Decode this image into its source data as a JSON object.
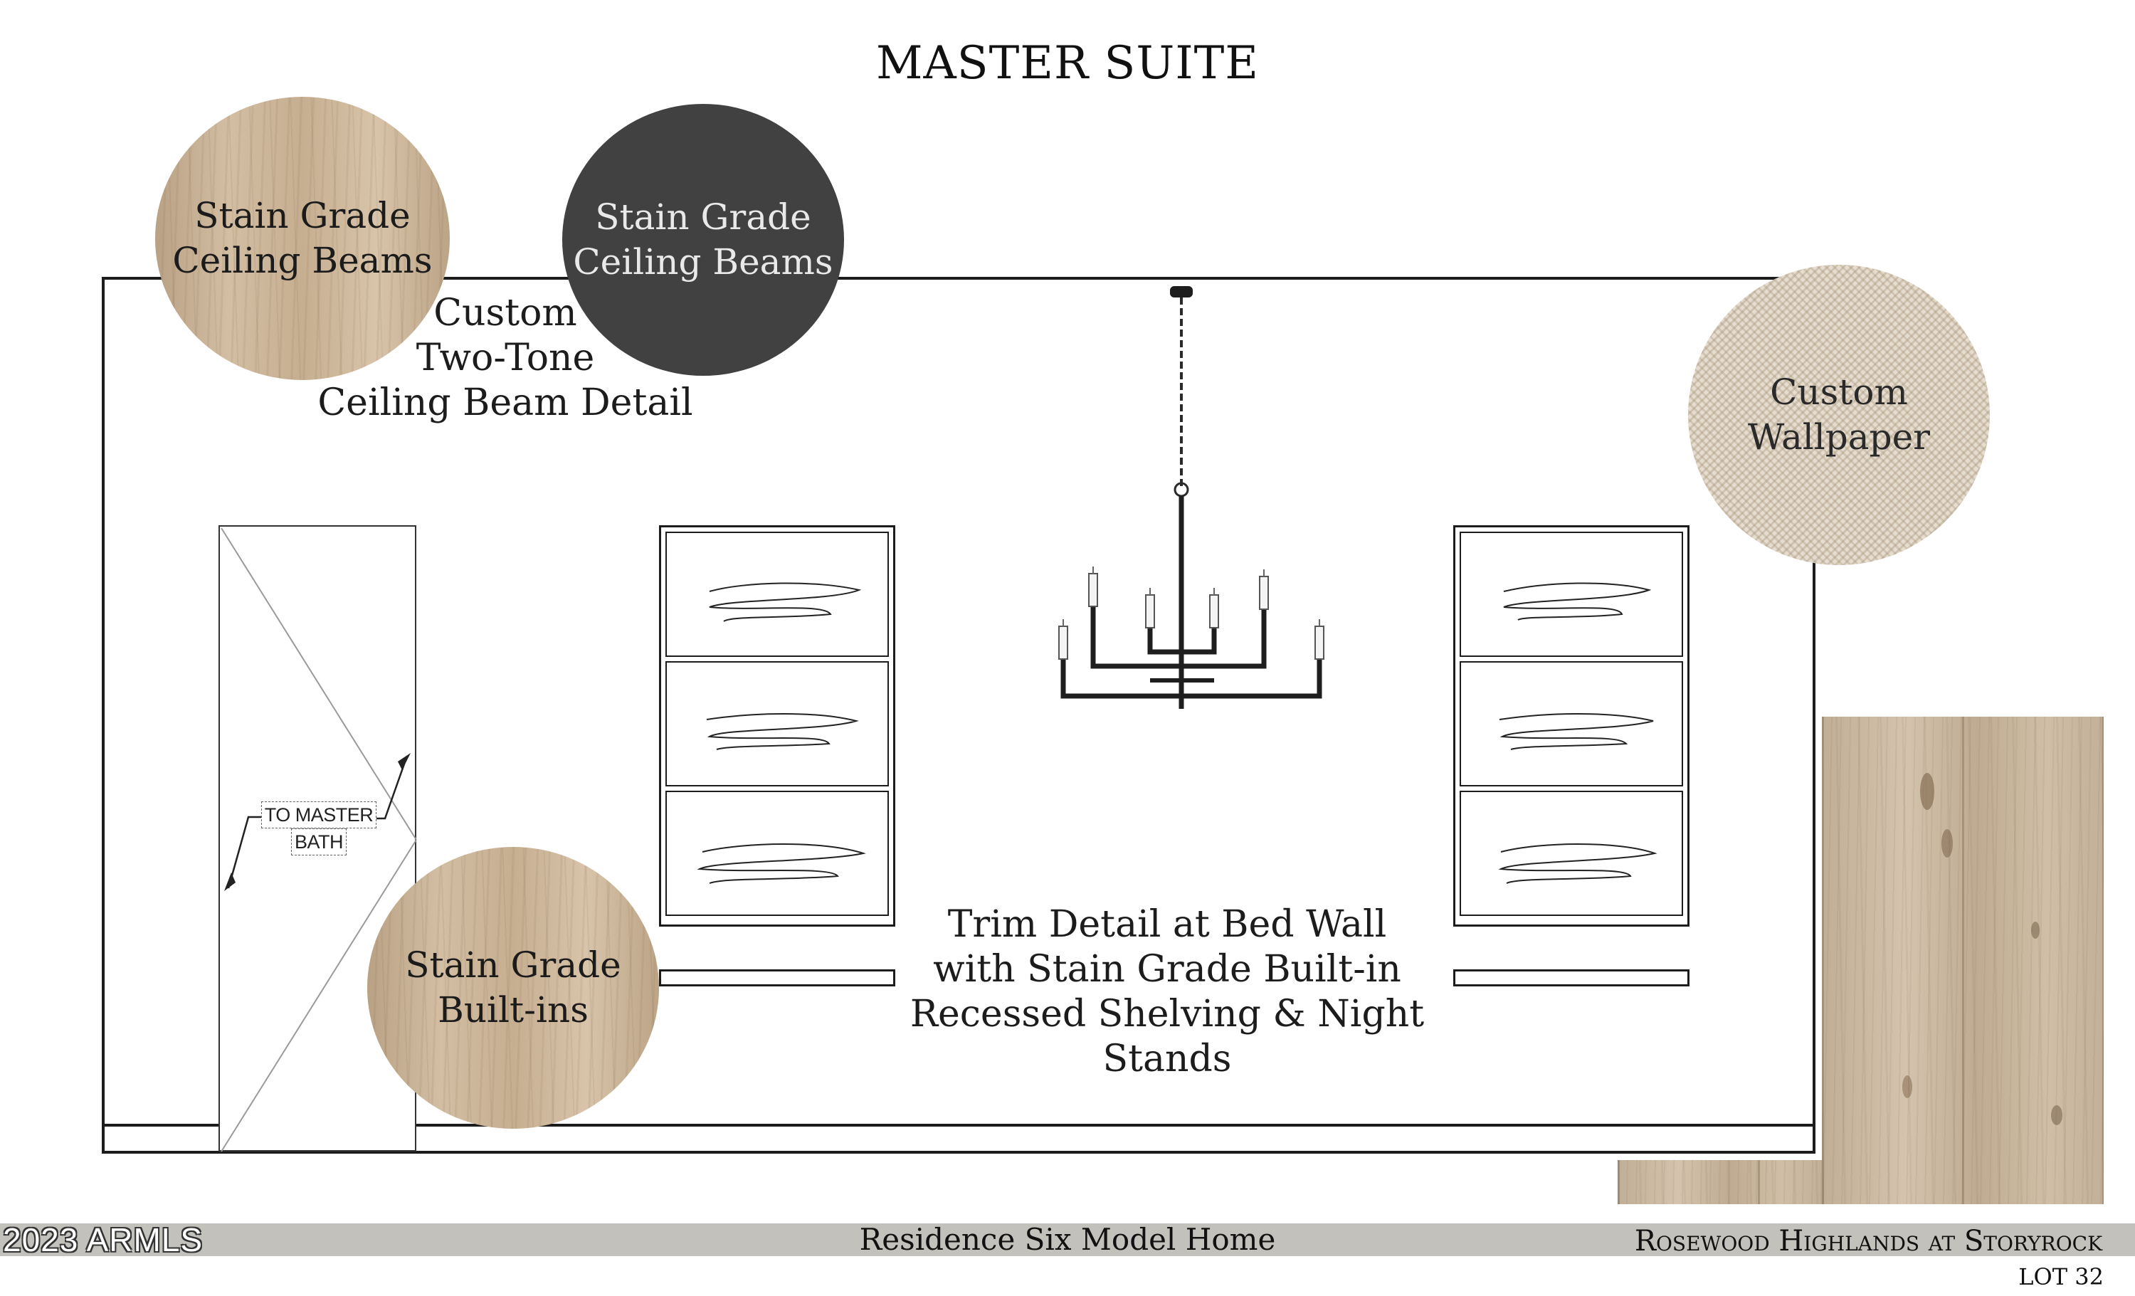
{
  "page": {
    "title": "MASTER SUITE",
    "door_label_line1": "TO MASTER",
    "door_label_line2": "BATH"
  },
  "swatches": {
    "beam_light_line1": "Stain Grade",
    "beam_light_line2": "Ceiling Beams",
    "beam_dark_line1": "Stain Grade",
    "beam_dark_line2": "Ceiling Beams",
    "wallpaper_line1": "Custom",
    "wallpaper_line2": "Wallpaper",
    "builtins_line1": "Stain Grade",
    "builtins_line2": "Built-ins"
  },
  "callouts": {
    "beam_detail_line1": "Custom",
    "beam_detail_line2": "Two-Tone",
    "beam_detail_line3": "Ceiling Beam Detail",
    "trim_line1": "Trim Detail at Bed Wall",
    "trim_line2": "with Stain Grade Built-in",
    "trim_line3": "Recessed Shelving & Night Stands"
  },
  "footer": {
    "copyright": "2023 ARMLS",
    "center": "Residence Six Model Home",
    "right": "Rosewood Highlands at Storyrock",
    "lot": "LOT 32"
  },
  "colors": {
    "line": "#1c1c1c",
    "footer_bar": "#c2c1bb",
    "charcoal_swatch": "#414141",
    "wood_tone": "#c9b496",
    "wallpaper_tone": "#e6ddd0"
  },
  "icons": {
    "chandelier": "chandelier-icon",
    "door_arrows": "arrow-icon",
    "scribble": "scribble-icon"
  }
}
